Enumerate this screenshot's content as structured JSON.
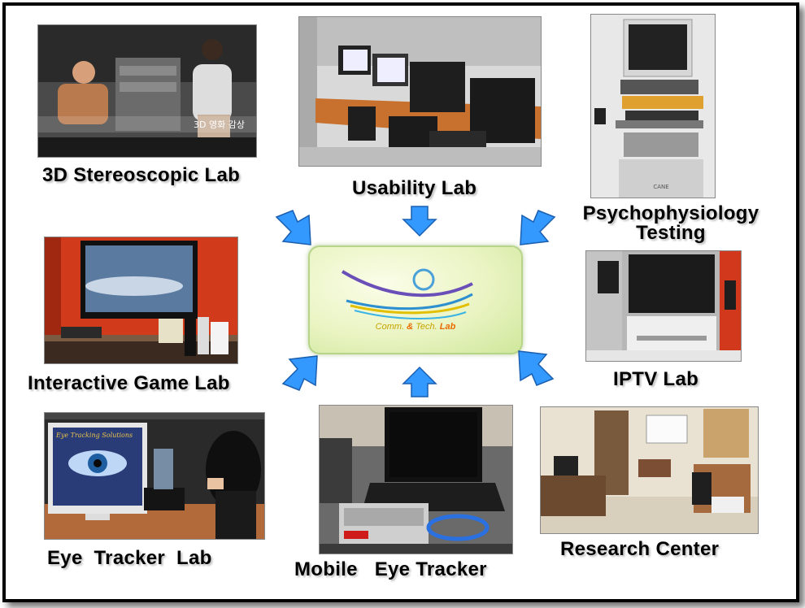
{
  "labs": [
    {
      "id": "stereo",
      "label": "3D Stereoscopic Lab",
      "caption": "3D 영화 감상"
    },
    {
      "id": "usability",
      "label": "Usability Lab"
    },
    {
      "id": "psycho",
      "label_line1": "Psychophysiology",
      "label_line2": "Testing"
    },
    {
      "id": "game",
      "label": "Interactive Game Lab"
    },
    {
      "id": "iptv",
      "label": "IPTV Lab"
    },
    {
      "id": "eye",
      "label": "Eye  Tracker  Lab"
    },
    {
      "id": "mobile",
      "label": "Mobile   Eye Tracker"
    },
    {
      "id": "research",
      "label": "Research Center"
    }
  ],
  "center": {
    "logo_text_prefix": "Comm.",
    "logo_text_amp": " & ",
    "logo_text_mid": "Tech.",
    "logo_text_lab": " Lab",
    "arrow_color": "#3399ff"
  },
  "screens": {
    "eye_tracker_banner": "Eye Tracking Solutions"
  }
}
